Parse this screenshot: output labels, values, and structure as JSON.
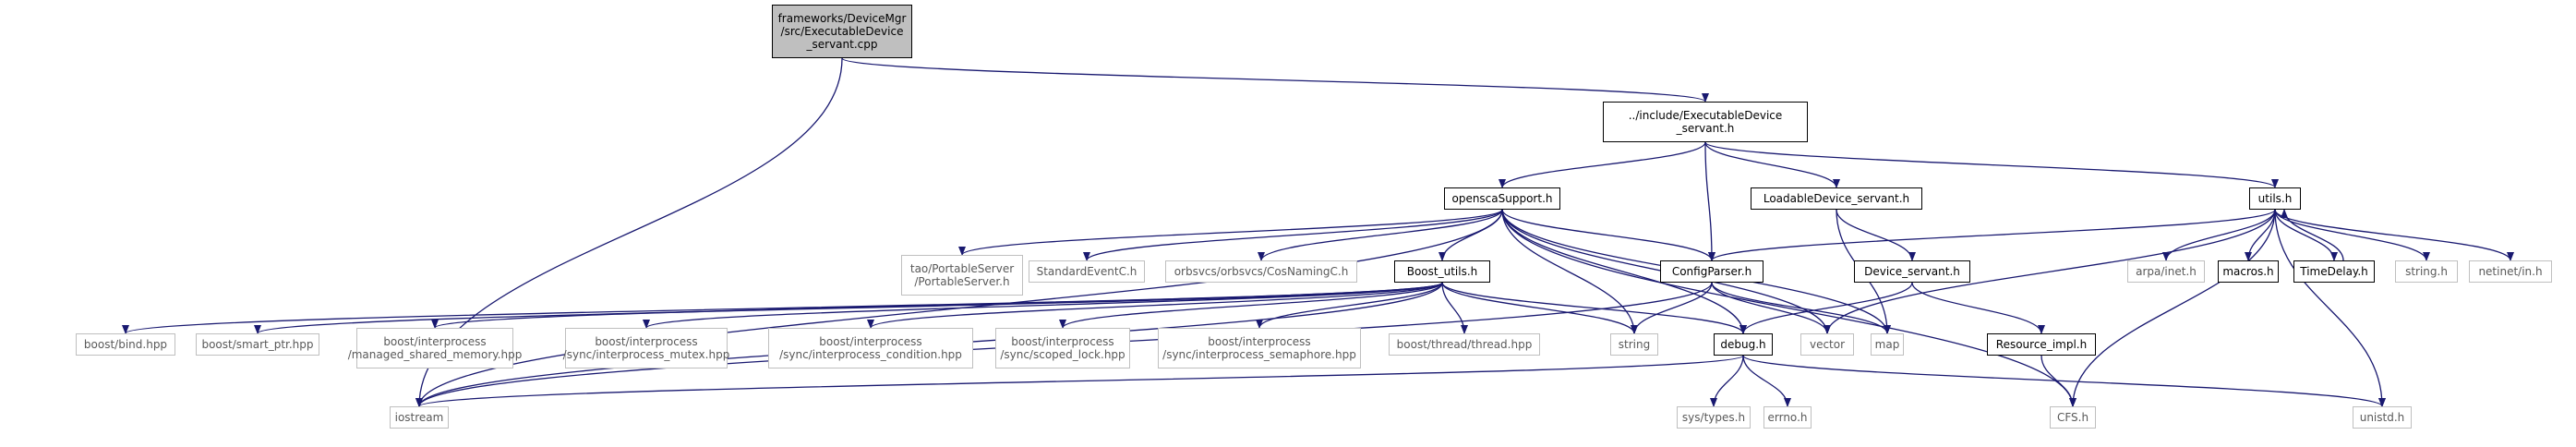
{
  "diagram": {
    "edge_color": "#191970",
    "nodes": [
      {
        "id": "root",
        "label": "frameworks/DeviceMgr\n/src/ExecutableDevice\n_servant.cpp",
        "style": "root"
      },
      {
        "id": "exec",
        "label": "../include/ExecutableDevice\n_servant.h",
        "style": "doc"
      },
      {
        "id": "ossie",
        "label": "openscaSupport.h",
        "style": "doc"
      },
      {
        "id": "loadable",
        "label": "LoadableDevice_servant.h",
        "style": "doc"
      },
      {
        "id": "utils",
        "label": "utils.h",
        "style": "doc"
      },
      {
        "id": "tao",
        "label": "tao/PortableServer\n/PortableServer.h",
        "style": "ext"
      },
      {
        "id": "stdevent",
        "label": "StandardEventC.h",
        "style": "ext"
      },
      {
        "id": "cosnaming",
        "label": "orbsvcs/orbsvcs/CosNamingC.h",
        "style": "ext"
      },
      {
        "id": "boostutils",
        "label": "Boost_utils.h",
        "style": "doc"
      },
      {
        "id": "configparser",
        "label": "ConfigParser.h",
        "style": "doc"
      },
      {
        "id": "devservant",
        "label": "Device_servant.h",
        "style": "doc"
      },
      {
        "id": "arpa",
        "label": "arpa/inet.h",
        "style": "ext"
      },
      {
        "id": "macros",
        "label": "macros.h",
        "style": "doc"
      },
      {
        "id": "timedelay",
        "label": "TimeDelay.h",
        "style": "doc"
      },
      {
        "id": "stringh",
        "label": "string.h",
        "style": "ext"
      },
      {
        "id": "netinet",
        "label": "netinet/in.h",
        "style": "ext"
      },
      {
        "id": "bind",
        "label": "boost/bind.hpp",
        "style": "ext"
      },
      {
        "id": "smartptr",
        "label": "boost/smart_ptr.hpp",
        "style": "ext"
      },
      {
        "id": "msm",
        "label": "boost/interprocess\n/managed_shared_memory.hpp",
        "style": "ext"
      },
      {
        "id": "ipmutex",
        "label": "boost/interprocess\n/sync/interprocess_mutex.hpp",
        "style": "ext"
      },
      {
        "id": "ipcond",
        "label": "boost/interprocess\n/sync/interprocess_condition.hpp",
        "style": "ext"
      },
      {
        "id": "scoped",
        "label": "boost/interprocess\n/sync/scoped_lock.hpp",
        "style": "ext"
      },
      {
        "id": "ipsem",
        "label": "boost/interprocess\n/sync/interprocess_semaphore.hpp",
        "style": "ext"
      },
      {
        "id": "thread",
        "label": "boost/thread/thread.hpp",
        "style": "ext"
      },
      {
        "id": "string",
        "label": "string",
        "style": "ext"
      },
      {
        "id": "debug",
        "label": "debug.h",
        "style": "doc"
      },
      {
        "id": "vector",
        "label": "vector",
        "style": "ext"
      },
      {
        "id": "map",
        "label": "map",
        "style": "ext"
      },
      {
        "id": "resimpl",
        "label": "Resource_impl.h",
        "style": "doc"
      },
      {
        "id": "iostream",
        "label": "iostream",
        "style": "ext"
      },
      {
        "id": "systypes",
        "label": "sys/types.h",
        "style": "ext"
      },
      {
        "id": "errno",
        "label": "errno.h",
        "style": "ext"
      },
      {
        "id": "cfs",
        "label": "CFS.h",
        "style": "ext"
      },
      {
        "id": "unistd",
        "label": "unistd.h",
        "style": "ext"
      }
    ],
    "edges": [
      [
        "root",
        "exec"
      ],
      [
        "root",
        "iostream"
      ],
      [
        "exec",
        "ossie"
      ],
      [
        "exec",
        "configparser"
      ],
      [
        "exec",
        "loadable"
      ],
      [
        "exec",
        "utils"
      ],
      [
        "ossie",
        "iostream"
      ],
      [
        "ossie",
        "tao"
      ],
      [
        "ossie",
        "stdevent"
      ],
      [
        "ossie",
        "cosnaming"
      ],
      [
        "ossie",
        "boostutils"
      ],
      [
        "ossie",
        "configparser"
      ],
      [
        "ossie",
        "string"
      ],
      [
        "ossie",
        "debug"
      ],
      [
        "ossie",
        "vector"
      ],
      [
        "ossie",
        "map"
      ],
      [
        "ossie",
        "cfs"
      ],
      [
        "loadable",
        "devservant"
      ],
      [
        "loadable",
        "map"
      ],
      [
        "utils",
        "configparser"
      ],
      [
        "utils",
        "vector"
      ],
      [
        "utils",
        "arpa"
      ],
      [
        "utils",
        "macros"
      ],
      [
        "utils",
        "timedelay"
      ],
      [
        "utils",
        "stringh"
      ],
      [
        "utils",
        "netinet"
      ],
      [
        "utils",
        "cfs"
      ],
      [
        "utils",
        "unistd"
      ],
      [
        "timedelay",
        "utils"
      ],
      [
        "boostutils",
        "bind"
      ],
      [
        "boostutils",
        "smartptr"
      ],
      [
        "boostutils",
        "msm"
      ],
      [
        "boostutils",
        "ipmutex"
      ],
      [
        "boostutils",
        "ipcond"
      ],
      [
        "boostutils",
        "scoped"
      ],
      [
        "boostutils",
        "ipsem"
      ],
      [
        "boostutils",
        "thread"
      ],
      [
        "boostutils",
        "string"
      ],
      [
        "boostutils",
        "debug"
      ],
      [
        "boostutils",
        "iostream"
      ],
      [
        "configparser",
        "string"
      ],
      [
        "configparser",
        "vector"
      ],
      [
        "configparser",
        "map"
      ],
      [
        "configparser",
        "iostream"
      ],
      [
        "devservant",
        "debug"
      ],
      [
        "devservant",
        "resimpl"
      ],
      [
        "resimpl",
        "cfs"
      ],
      [
        "debug",
        "iostream"
      ],
      [
        "debug",
        "systypes"
      ],
      [
        "debug",
        "errno"
      ],
      [
        "debug",
        "unistd"
      ]
    ]
  }
}
